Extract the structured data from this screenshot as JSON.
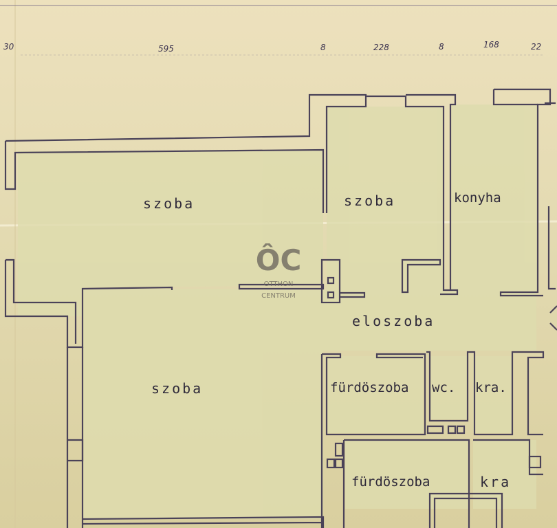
{
  "dimensions": [
    "30",
    "595",
    "8",
    "228",
    "8",
    "168",
    "22"
  ],
  "rooms": {
    "szoba_top_left": "szoba",
    "szoba_top_mid": "szoba",
    "konyha": "konyha",
    "eloszoba": "eloszoba",
    "szoba_large": "szoba",
    "furdoszoba_1": "fürdöszoba",
    "wc": "wc.",
    "kamra_1": "kra.",
    "furdoszoba_2": "fürdöszoba",
    "kamra_2": "kra"
  },
  "watermark": {
    "monogram": "ÔC",
    "line1": "OTTHON",
    "line2": "CENTRUM"
  },
  "colors": {
    "paper": "#e9ddb8",
    "room_fill": "#dedcae",
    "wall": "#4a4258"
  }
}
